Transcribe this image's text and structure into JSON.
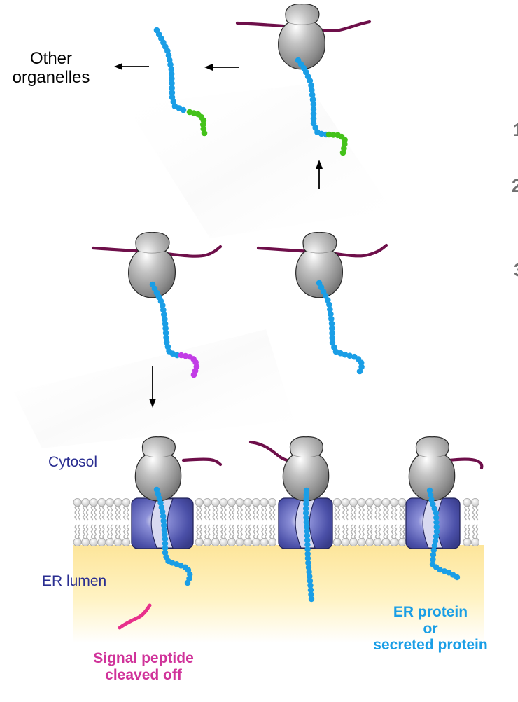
{
  "figure": {
    "title": "Signal-sequence directed protein sorting to the ER",
    "colors": {
      "ribosome": "#9a9a9a",
      "mrna": "#6e0f4a",
      "nascent_chain": "#1a9ee6",
      "sorting_signal": "#44c21a",
      "er_signal_sequence": "#c23ce6",
      "translocon": "#4a4fa8",
      "translocon_pore": "#d8d9f0",
      "lumen": "#fbe8a0",
      "membrane": "#c9c9c9",
      "cleaved_peptide": "#e8308c",
      "label_compartment": "#2a2e91",
      "label_signal": "#d0339a",
      "label_er_protein": "#1a9ee6",
      "arrows": "#000000",
      "step_numbers": "#707070"
    }
  },
  "labels": {
    "other_organelles": [
      "Other",
      "organelles"
    ],
    "cytosol": "Cytosol",
    "er_lumen": "ER lumen",
    "signal_peptide": [
      "Signal peptide",
      "cleaved off"
    ],
    "er_protein": [
      "ER protein",
      "or",
      "secreted protein"
    ]
  },
  "partial_step_numbers": [
    "1",
    "2",
    "3"
  ],
  "elements": {
    "free_ribosomes": [
      {
        "id": "top",
        "description": "ribosome translating protein with organelle sorting signal",
        "signal": "sorting_signal"
      },
      {
        "id": "middle-left",
        "description": "ribosome translating protein with ER signal sequence",
        "signal": "er_signal_sequence"
      },
      {
        "id": "middle-right",
        "description": "ribosome translating protein without signal",
        "signal": "none"
      }
    ],
    "released_protein": {
      "description": "completed protein with sorting signal heading to other organelles",
      "signal": "sorting_signal"
    },
    "membrane_bound_ribosomes": [
      {
        "id": "left",
        "description": "ribosome on translocon, signal peptide cleaved"
      },
      {
        "id": "center",
        "description": "ribosome on translocon, chain extending into lumen"
      },
      {
        "id": "right",
        "description": "ribosome on translocon, chain extending into lumen"
      }
    ],
    "arrows": [
      {
        "id": "to-other-organelles",
        "direction": "left"
      },
      {
        "id": "release-from-ribosome",
        "direction": "left"
      },
      {
        "id": "translation-continues",
        "direction": "up"
      },
      {
        "id": "to-er-membrane",
        "direction": "down"
      }
    ]
  }
}
